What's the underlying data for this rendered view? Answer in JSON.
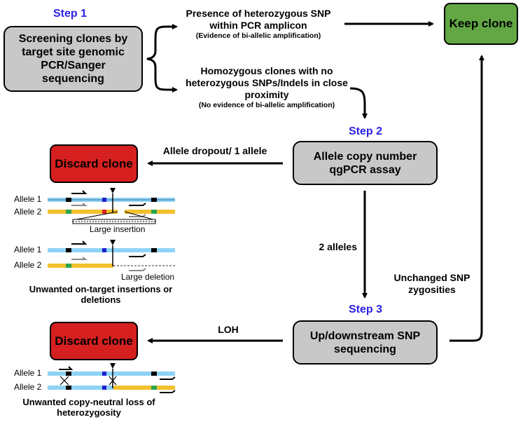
{
  "steps": {
    "step1": "Step 1",
    "step2": "Step 2",
    "step3": "Step 3"
  },
  "boxes": {
    "screening": "Screening clones by target site genomic PCR/Sanger sequencing",
    "keep": "Keep clone",
    "qpcr": "Allele copy number qgPCR assay",
    "discard1": "Discard clone",
    "snpseq": "Up/downstream SNP sequencing",
    "discard2": "Discard clone"
  },
  "labels": {
    "het_main": "Presence of heterozygous SNP within PCR amplicon",
    "het_note": "(Evidence of bi-allelic amplification)",
    "hom_main": "Homozygous clones with no heterozygous SNPs/Indels in close proximity",
    "hom_note": "(No evidence of bi-allelic amplification)",
    "dropout": "Allele dropout/ 1 allele",
    "two_alleles": "2 alleles",
    "unchanged": "Unchanged SNP zygosities",
    "loh": "LOH"
  },
  "illustrations": {
    "allele1": "Allele 1",
    "allele2": "Allele 2",
    "large_insertion": "Large insertion",
    "large_deletion": "Large deletion",
    "ontarget_caption": "Unwanted on-target insertions or deletions",
    "loh_caption": "Unwanted copy-neutral loss of heterozygosity"
  },
  "colors": {
    "step_text": "#2b22e6",
    "box_gray": "#c8c8c8",
    "box_green": "#62a744",
    "box_red": "#d5201f",
    "allele1_line": "#8fd3f4",
    "allele2_line": "#f2c12e"
  }
}
